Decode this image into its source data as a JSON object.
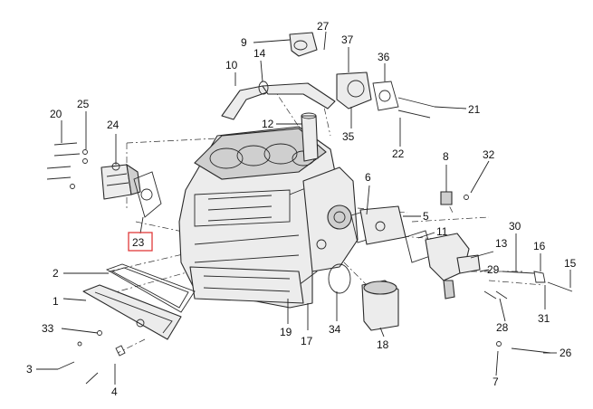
{
  "colors": {
    "highlight": "#e03a3a",
    "line": "#2a2a2a",
    "fill": "#ececec"
  },
  "callouts": [
    {
      "id": "c1",
      "label": "1"
    },
    {
      "id": "c2",
      "label": "2"
    },
    {
      "id": "c3",
      "label": "3"
    },
    {
      "id": "c4",
      "label": "4"
    },
    {
      "id": "c5",
      "label": "5"
    },
    {
      "id": "c6",
      "label": "6"
    },
    {
      "id": "c7",
      "label": "7"
    },
    {
      "id": "c8",
      "label": "8"
    },
    {
      "id": "c9",
      "label": "9"
    },
    {
      "id": "c10",
      "label": "10"
    },
    {
      "id": "c11",
      "label": "11"
    },
    {
      "id": "c12",
      "label": "12"
    },
    {
      "id": "c13",
      "label": "13"
    },
    {
      "id": "c14",
      "label": "14"
    },
    {
      "id": "c15",
      "label": "15"
    },
    {
      "id": "c16",
      "label": "16"
    },
    {
      "id": "c17",
      "label": "17"
    },
    {
      "id": "c18",
      "label": "18"
    },
    {
      "id": "c19",
      "label": "19"
    },
    {
      "id": "c20",
      "label": "20"
    },
    {
      "id": "c21",
      "label": "21"
    },
    {
      "id": "c22",
      "label": "22"
    },
    {
      "id": "c23",
      "label": "23",
      "highlighted": true
    },
    {
      "id": "c24",
      "label": "24"
    },
    {
      "id": "c25",
      "label": "25"
    },
    {
      "id": "c26",
      "label": "26"
    },
    {
      "id": "c27",
      "label": "27"
    },
    {
      "id": "c28",
      "label": "28"
    },
    {
      "id": "c29",
      "label": "29"
    },
    {
      "id": "c30",
      "label": "30"
    },
    {
      "id": "c31",
      "label": "31"
    },
    {
      "id": "c32",
      "label": "32"
    },
    {
      "id": "c33",
      "label": "33"
    },
    {
      "id": "c34",
      "label": "34"
    },
    {
      "id": "c35",
      "label": "35"
    },
    {
      "id": "c36",
      "label": "36"
    },
    {
      "id": "c37",
      "label": "37"
    }
  ]
}
